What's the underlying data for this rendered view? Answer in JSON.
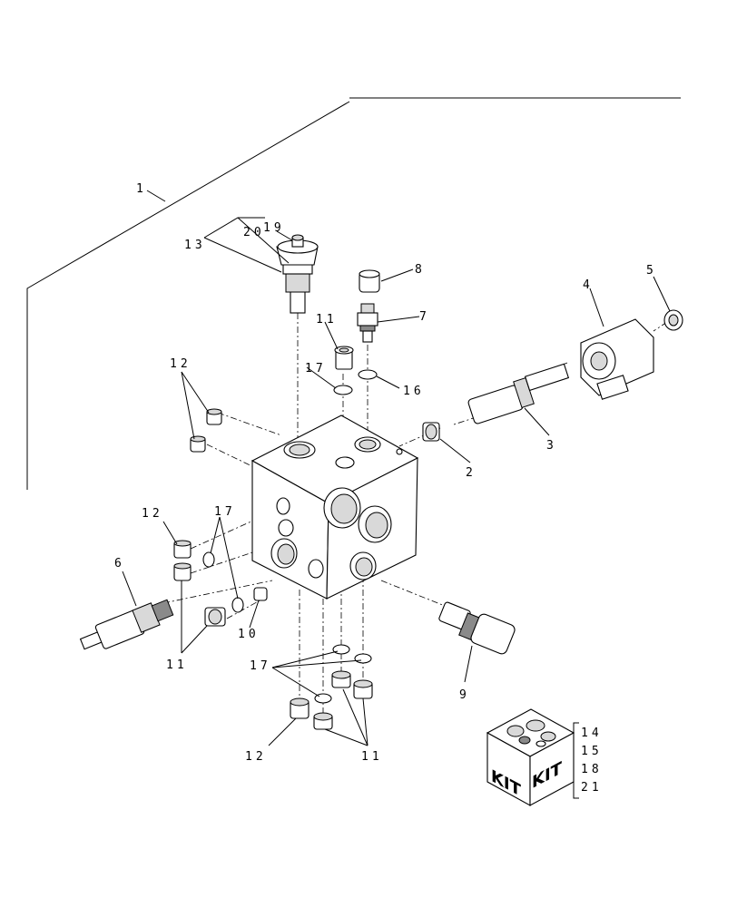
{
  "callouts": [
    {
      "id": "c1",
      "text": "1"
    },
    {
      "id": "c2",
      "text": "2"
    },
    {
      "id": "c3",
      "text": "3"
    },
    {
      "id": "c4",
      "text": "4"
    },
    {
      "id": "c5",
      "text": "5"
    },
    {
      "id": "c6",
      "text": "6"
    },
    {
      "id": "c7",
      "text": "7"
    },
    {
      "id": "c8",
      "text": "8"
    },
    {
      "id": "c9",
      "text": "9"
    },
    {
      "id": "c10",
      "text": "10"
    },
    {
      "id": "c11a",
      "text": "11"
    },
    {
      "id": "c11b",
      "text": "11"
    },
    {
      "id": "c11c",
      "text": "11"
    },
    {
      "id": "c12a",
      "text": "12"
    },
    {
      "id": "c12b",
      "text": "12"
    },
    {
      "id": "c12c",
      "text": "12"
    },
    {
      "id": "c13",
      "text": "13"
    },
    {
      "id": "c16",
      "text": "16"
    },
    {
      "id": "c17a",
      "text": "17"
    },
    {
      "id": "c17b",
      "text": "17"
    },
    {
      "id": "c17c",
      "text": "17"
    },
    {
      "id": "c19",
      "text": "19"
    },
    {
      "id": "c20",
      "text": "20"
    }
  ],
  "kit": {
    "label_left": "KIT",
    "label_right": "KIT",
    "items": [
      "14",
      "15",
      "18",
      "21"
    ]
  }
}
